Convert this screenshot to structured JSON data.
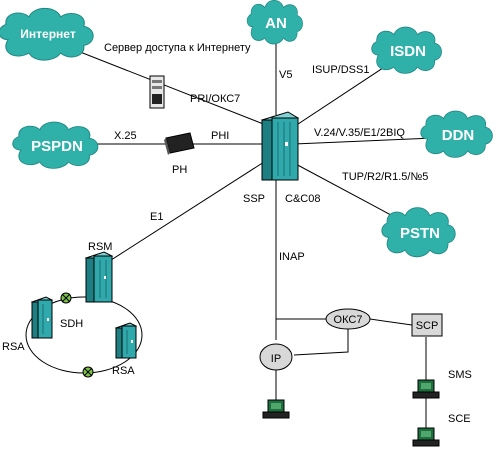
{
  "clouds": {
    "internet": "Интернет",
    "an": "AN",
    "isdn": "ISDN",
    "pspdn": "PSPDN",
    "ddn": "DDN",
    "pstn": "PSTN"
  },
  "labels": {
    "access_server": "Сервер доступа к Интернету",
    "v5": "V5",
    "isup": "ISUP/DSS1",
    "pri": "PRI/ОКС7",
    "x25": "X.25",
    "phi": "PHI",
    "ph": "PH",
    "v24": "V.24/V.35/E1/2BIQ",
    "tup": "TUP/R2/R1.5/№5",
    "e1": "E1",
    "ssp": "SSP",
    "cc08": "C&C08",
    "rsm": "RSM",
    "sdh": "SDH",
    "rsa_left": "RSA",
    "rsa_right": "RSA",
    "inap": "INAP",
    "okc7": "ОКС7",
    "scp": "SCP",
    "ip": "IP",
    "sms": "SMS",
    "sce": "SCE"
  },
  "colors": {
    "cloud": "#2fb1aa",
    "cabinet": "#30a9ac",
    "cabinet_dark": "#1e7f82",
    "node_gray": "#d8d8d8",
    "ring_node": "#7cc24a"
  }
}
